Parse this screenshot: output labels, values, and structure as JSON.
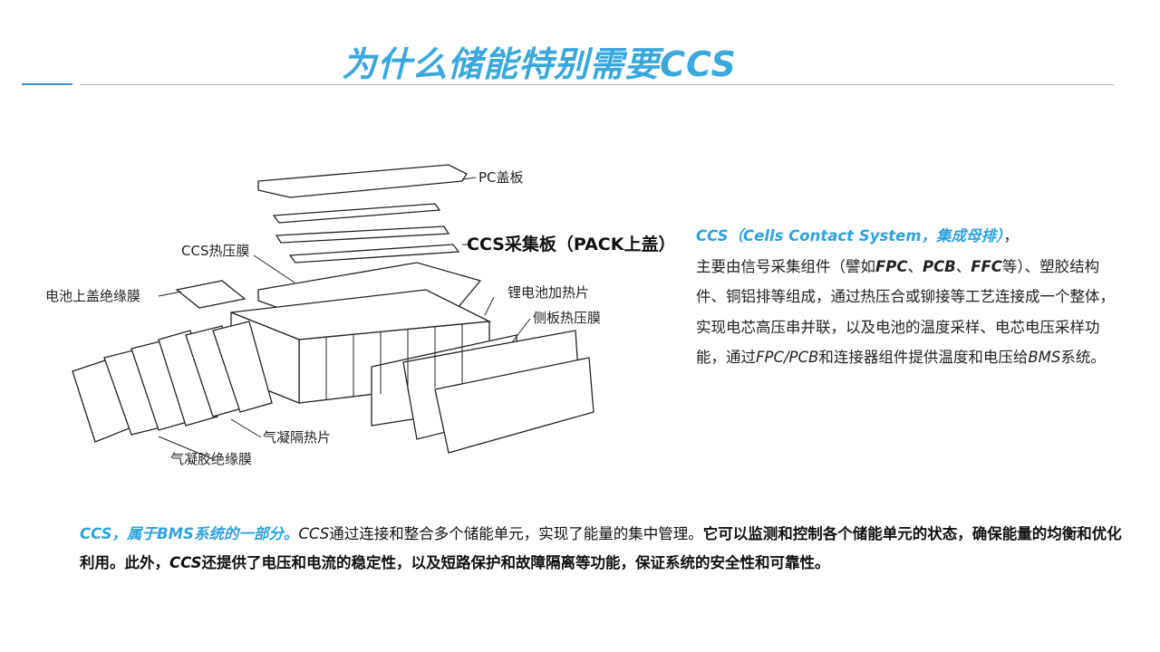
{
  "title": "为什么储能特别需要CCS",
  "figure": {
    "labels": {
      "pc_cover": "PC盖板",
      "ccs_board": "CCS采集板（PACK上盖）",
      "ccs_film": "CCS热压膜",
      "top_insulation": "电池上盖绝缘膜",
      "heater": "锂电池加热片",
      "side_film": "侧板热压膜",
      "aerogel_sheet": "气凝隔热片",
      "aerogel_film": "气凝胶绝缘膜"
    }
  },
  "description": {
    "lead": "CCS（Cells Contact System，集成母排）",
    "lead_tail": "，",
    "p1": "主要由信号采集组件（譬如",
    "fpc": "FPC",
    "sep1": "、",
    "pcb": "PCB",
    "sep2": "、",
    "ffc": "FFC",
    "p2": "等）、塑胶结构件、铜铝排等组成，通过热压合或铆接等工艺连接成一个整体，实现电芯高压串并联，以及电池的温度采样、电芯电压采样功能，通过",
    "fpcpcb": "FPC/PCB",
    "p3": "和连接器组件提供温度和电压给",
    "bms": "BMS",
    "p4": "系统。"
  },
  "summary": {
    "lead": "CCS，属于BMS系统的一部分。",
    "ccs1": "CCS",
    "mid": "通过连接和整合多个储能单元，实现了能量的集中管理。",
    "bold1": "它可以监测和控制各个储能单元的状态，确保能量的均衡和优化利用。此外，",
    "ccs2": "CCS",
    "bold2": "还提供了电压和电流的稳定性，以及短路保护和故障隔离等功能，保证系统的安全性和可靠性。"
  }
}
